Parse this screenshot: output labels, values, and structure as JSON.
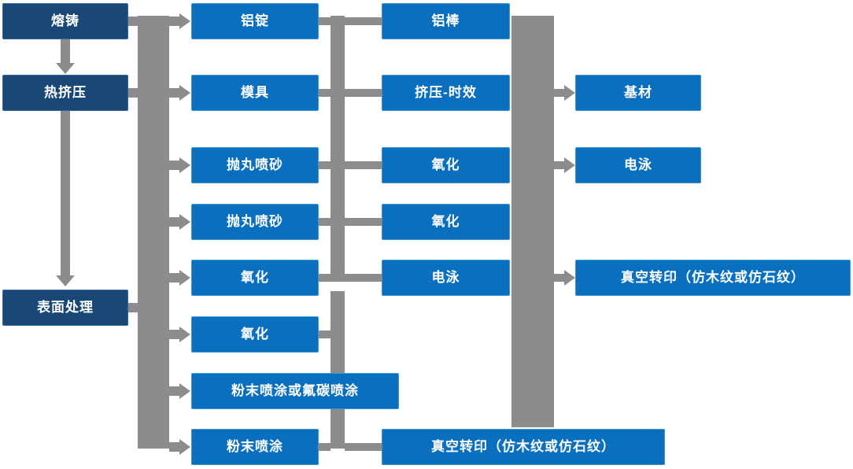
{
  "diagram": {
    "stage_column": [
      {
        "label": "熔铸"
      },
      {
        "label": "热挤压"
      },
      {
        "label": "表面处理"
      }
    ],
    "process_column": [
      {
        "label": "铝锭"
      },
      {
        "label": "模具"
      },
      {
        "label": "抛丸喷砂"
      },
      {
        "label": "抛丸喷砂"
      },
      {
        "label": "氧化"
      },
      {
        "label": "氧化"
      },
      {
        "label": "粉末喷涂或氟碳喷涂"
      },
      {
        "label": "粉末喷涂"
      }
    ],
    "treatment_column": [
      {
        "label": "铝棒"
      },
      {
        "label": "挤压-时效"
      },
      {
        "label": "氧化"
      },
      {
        "label": "氧化"
      },
      {
        "label": "电泳"
      },
      {
        "label": "真空转印（仿木纹或仿石纹）"
      }
    ],
    "output_column": [
      {
        "label": "基材"
      },
      {
        "label": "电泳"
      },
      {
        "label": "真空转印（仿木纹或仿石纹）"
      }
    ]
  },
  "colors": {
    "stage_box": "#1A4876",
    "process_box": "#0A6FBE",
    "connector": "#8C8C8C",
    "text": "#FFFFFF",
    "background": "#FFFFFF"
  }
}
